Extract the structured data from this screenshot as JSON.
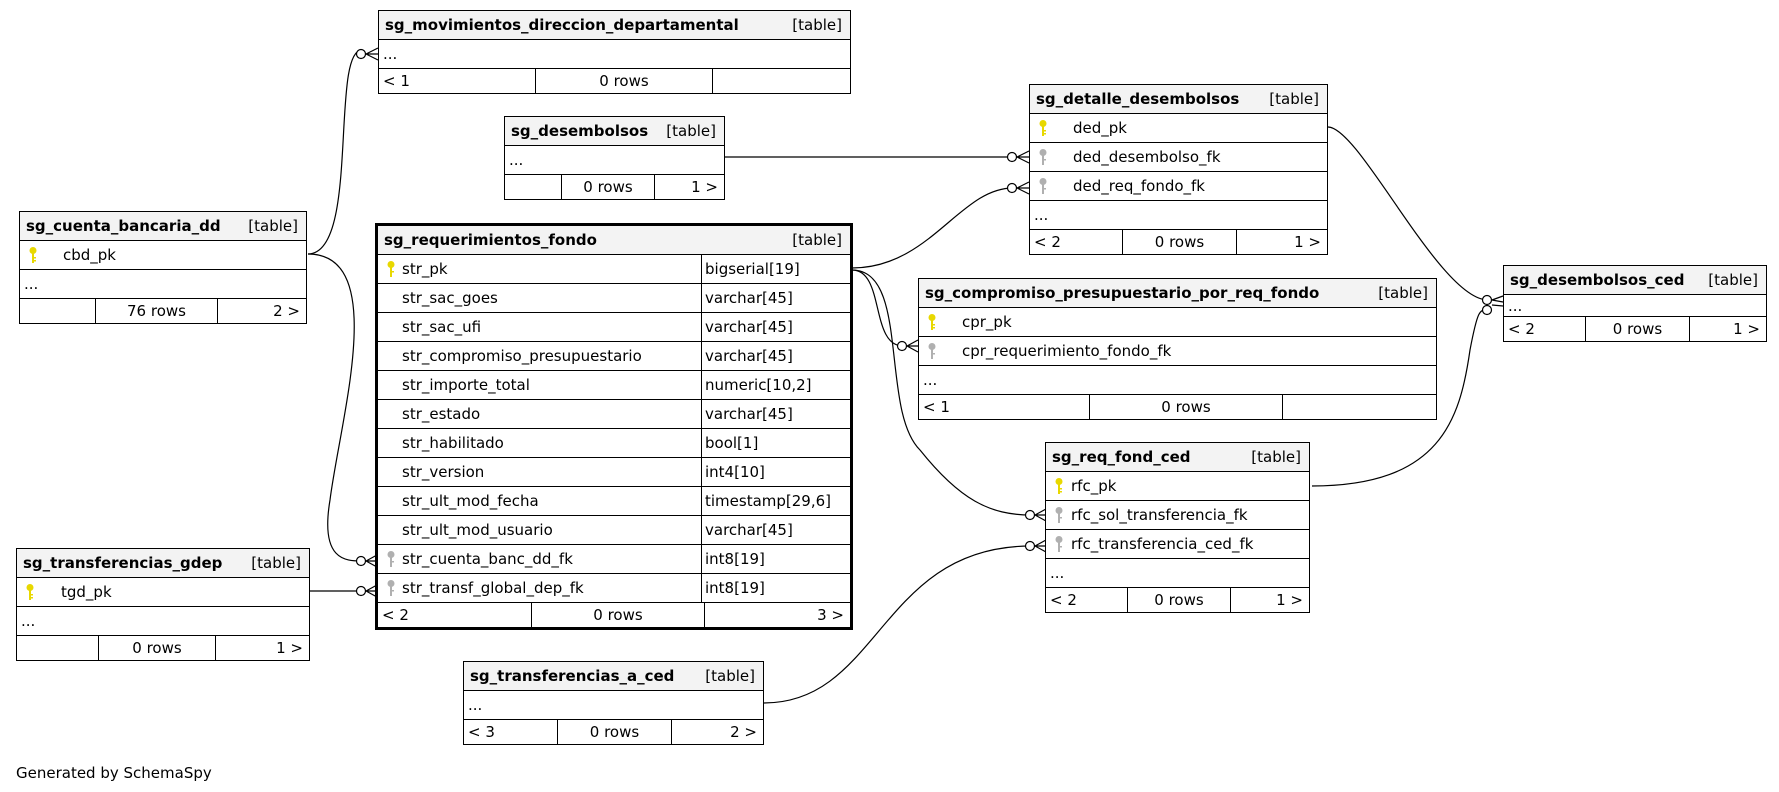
{
  "tables": {
    "mov": {
      "name": "sg_movimientos_direccion_departamental",
      "tag": "[table]",
      "ellipsis": "...",
      "foot": [
        "< 1",
        "0 rows",
        ""
      ]
    },
    "des": {
      "name": "sg_desembolsos",
      "tag": "[table]",
      "ellipsis": "...",
      "foot": [
        "",
        "0 rows",
        "1 >"
      ]
    },
    "cue": {
      "name": "sg_cuenta_bancaria_dd",
      "tag": "[table]",
      "pk": "cbd_pk",
      "ellipsis": "...",
      "foot": [
        "",
        "76 rows",
        "2 >"
      ]
    },
    "req": {
      "name": "sg_requerimientos_fondo",
      "tag": "[table]",
      "columns": [
        {
          "name": "str_pk",
          "type": "bigserial[19]",
          "key": "primary"
        },
        {
          "name": "str_sac_goes",
          "type": "varchar[45]",
          "key": ""
        },
        {
          "name": "str_sac_ufi",
          "type": "varchar[45]",
          "key": ""
        },
        {
          "name": "str_compromiso_presupuestario",
          "type": "varchar[45]",
          "key": ""
        },
        {
          "name": "str_importe_total",
          "type": "numeric[10,2]",
          "key": ""
        },
        {
          "name": "str_estado",
          "type": "varchar[45]",
          "key": ""
        },
        {
          "name": "str_habilitado",
          "type": "bool[1]",
          "key": ""
        },
        {
          "name": "str_version",
          "type": "int4[10]",
          "key": ""
        },
        {
          "name": "str_ult_mod_fecha",
          "type": "timestamp[29,6]",
          "key": ""
        },
        {
          "name": "str_ult_mod_usuario",
          "type": "varchar[45]",
          "key": ""
        },
        {
          "name": "str_cuenta_banc_dd_fk",
          "type": "int8[19]",
          "key": "foreign"
        },
        {
          "name": "str_transf_global_dep_fk",
          "type": "int8[19]",
          "key": "foreign"
        }
      ],
      "foot": [
        "< 2",
        "0 rows",
        "3 >"
      ]
    },
    "tgd": {
      "name": "sg_transferencias_gdep",
      "tag": "[table]",
      "pk": "tgd_pk",
      "ellipsis": "...",
      "foot": [
        "",
        "0 rows",
        "1 >"
      ]
    },
    "tac": {
      "name": "sg_transferencias_a_ced",
      "tag": "[table]",
      "ellipsis": "...",
      "foot": [
        "< 3",
        "0 rows",
        "2 >"
      ]
    },
    "det": {
      "name": "sg_detalle_desembolsos",
      "tag": "[table]",
      "pk": "ded_pk",
      "fk1": "ded_desembolso_fk",
      "fk2": "ded_req_fondo_fk",
      "ellipsis": "...",
      "foot": [
        "< 2",
        "0 rows",
        "1 >"
      ]
    },
    "cpr": {
      "name": "sg_compromiso_presupuestario_por_req_fondo",
      "tag": "[table]",
      "pk": "cpr_pk",
      "fk1": "cpr_requerimiento_fondo_fk",
      "ellipsis": "...",
      "foot": [
        "< 1",
        "0 rows",
        ""
      ]
    },
    "rfc": {
      "name": "sg_req_fond_ced",
      "tag": "[table]",
      "pk": "rfc_pk",
      "fk1": "rfc_sol_transferencia_fk",
      "fk2": "rfc_transferencia_ced_fk",
      "ellipsis": "...",
      "foot": [
        "< 2",
        "0 rows",
        "1 >"
      ]
    },
    "dce": {
      "name": "sg_desembolsos_ced",
      "tag": "[table]",
      "ellipsis": "...",
      "foot": [
        "< 2",
        "0 rows",
        "1 >"
      ]
    }
  },
  "footer_text": "Generated by SchemaSpy",
  "colors": {
    "primary_key": "#e8d800",
    "foreign_key": "#b0b0b0",
    "header_bg": "#f3f3f3",
    "line": "#000000"
  }
}
